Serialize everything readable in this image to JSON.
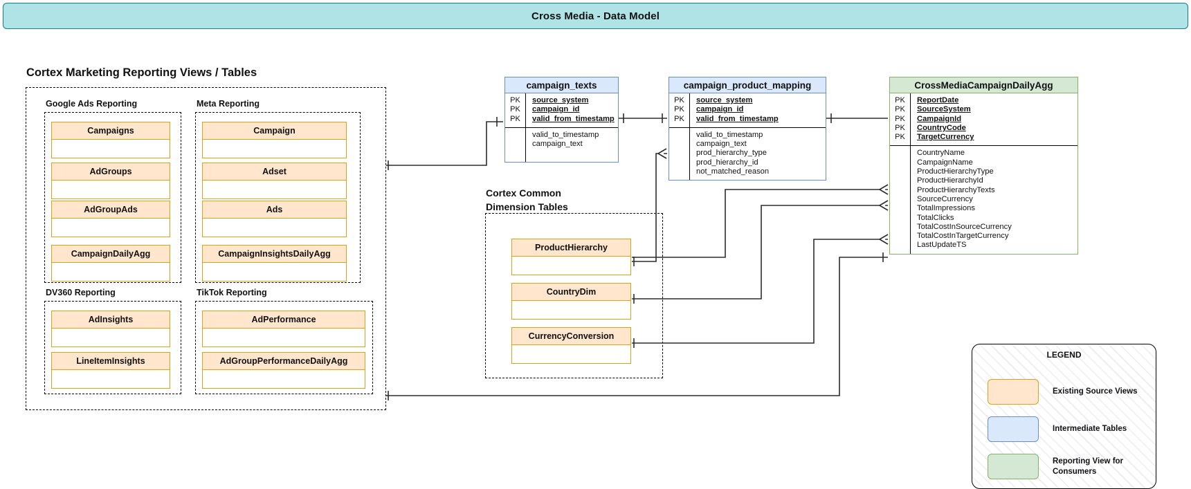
{
  "title": {
    "text": "Cross Media - Data Model"
  },
  "sections": {
    "reporting_heading": "Cortex Marketing Reporting Views / Tables",
    "dimension_heading": "Cortex Common\nDimension Tables",
    "google_ads": "Google Ads Reporting",
    "meta": "Meta Reporting",
    "dv360": "DV360 Reporting",
    "tiktok": "TikTok Reporting"
  },
  "groups": {
    "google_ads_entities": [
      "Campaigns",
      "AdGroups",
      "AdGroupAds",
      "CampaignDailyAgg"
    ],
    "meta_entities": [
      "Campaign",
      "Adset",
      "Ads",
      "CampaignInsightsDailyAgg"
    ],
    "dv360_entities": [
      "AdInsights",
      "LineItemInsights"
    ],
    "tiktok_entities": [
      "AdPerformance",
      "AdGroupPerformanceDailyAgg"
    ],
    "dimension_entities": [
      "ProductHierarchy",
      "CountryDim",
      "CurrencyConversion"
    ]
  },
  "tables": {
    "campaign_texts": {
      "name": "campaign_texts",
      "key_label": "PK",
      "pk_fields": [
        "source_system",
        "campaign_id",
        "valid_from_timestamp"
      ],
      "fields": [
        "valid_to_timestamp",
        "campaign_text"
      ]
    },
    "campaign_product_mapping": {
      "name": "campaign_product_mapping",
      "key_label": "PK",
      "pk_fields": [
        "source_system",
        "campaign_id",
        "valid_from_timestamp"
      ],
      "fields": [
        "valid_to_timestamp",
        "campaign_text",
        "prod_hierarchy_type",
        "prod_hierarchy_id",
        "not_matched_reason"
      ]
    },
    "cross_media_daily_agg": {
      "name": "CrossMediaCampaignDailyAgg",
      "key_label": "PK",
      "pk_fields": [
        "ReportDate",
        "SourceSystem",
        "CampaignId",
        "CountryCode",
        "TargetCurrency"
      ],
      "fields": [
        "CountryName",
        "CampaignName",
        "ProductHierarchyType",
        "ProductHierarchyId",
        "ProductHierarchyTexts",
        "SourceCurrency",
        "TotalImpressions",
        "TotalClicks",
        "TotalCostInSourceCurrency",
        "TotalCostInTargetCurrency",
        "LastUpdateTS"
      ]
    }
  },
  "legend": {
    "title": "LEGEND",
    "items": [
      {
        "swatch": "orange",
        "label": "Existing Source Views"
      },
      {
        "swatch": "blue",
        "label": "Intermediate Tables"
      },
      {
        "swatch": "green",
        "label": "Reporting View for\nConsumers"
      }
    ]
  },
  "colors": {
    "banner_fill": "#b0e3e6",
    "banner_stroke": "#0e8088",
    "source_fill": "#ffe6cc",
    "source_stroke": "#d6a419",
    "intermediate_fill": "#dae8fc",
    "intermediate_stroke": "#6c8ebf",
    "reporting_fill": "#d5e8d4",
    "reporting_stroke": "#82b366"
  }
}
